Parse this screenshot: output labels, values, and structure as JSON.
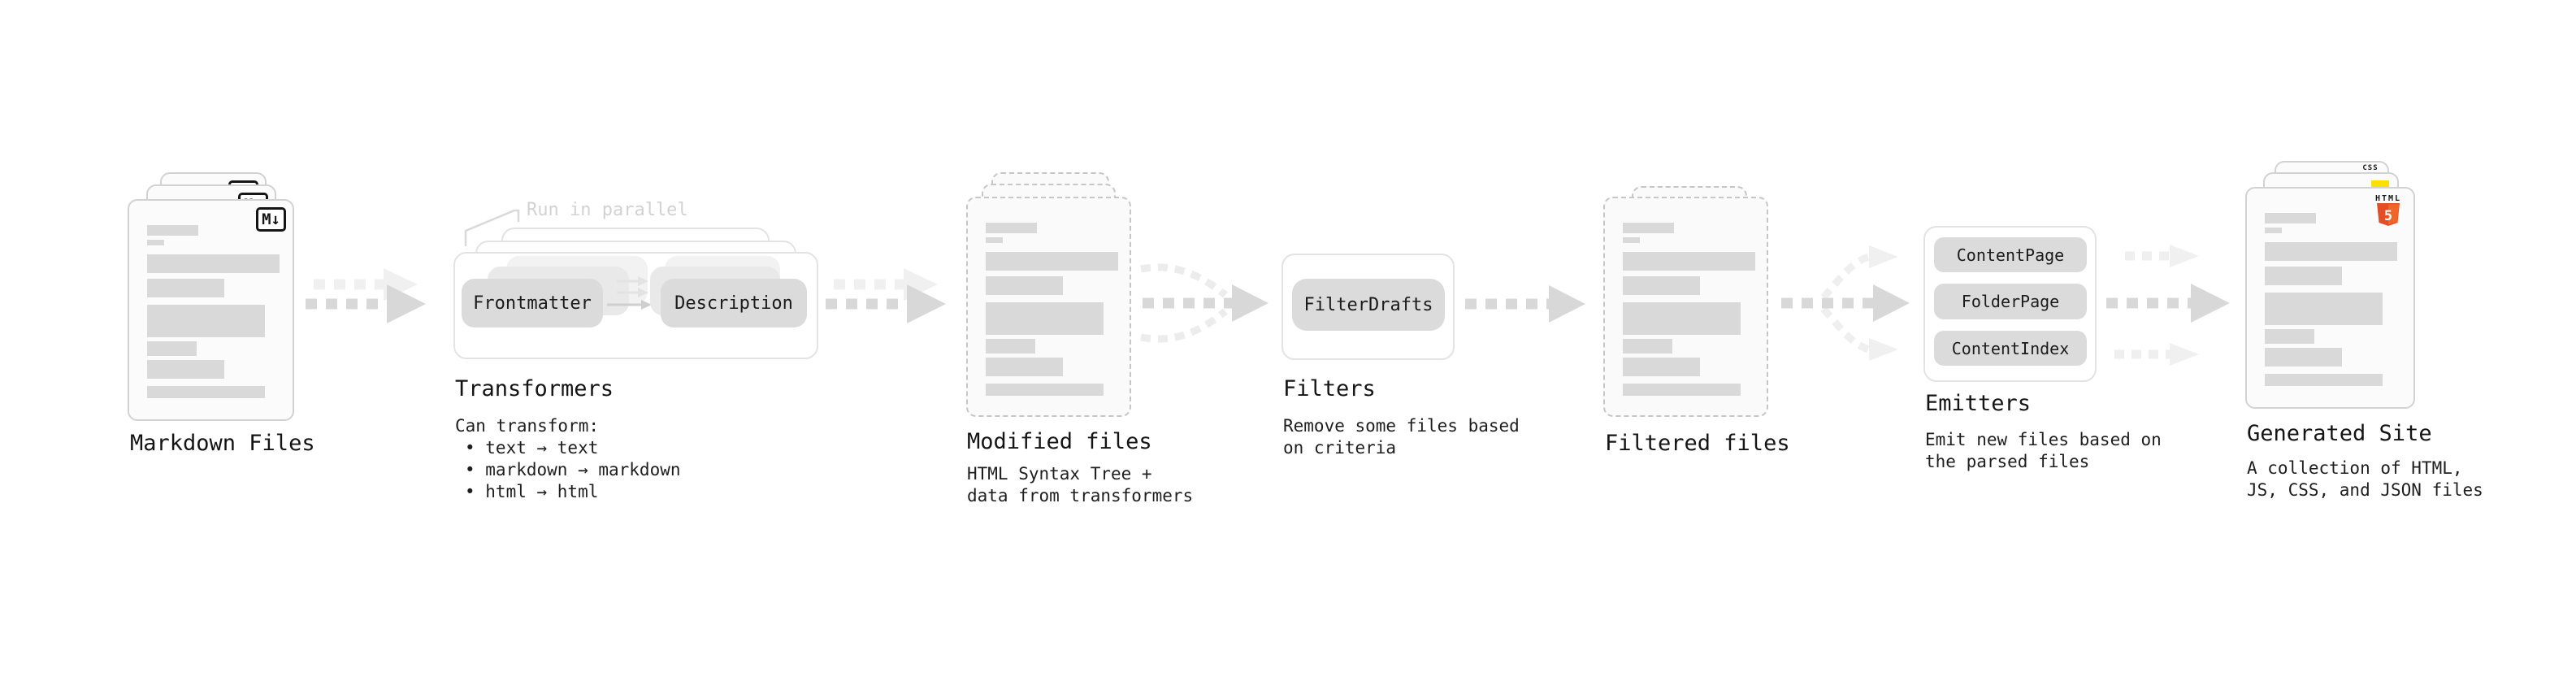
{
  "markdown": {
    "label": "Markdown Files",
    "icon_text": "M↓"
  },
  "transformers": {
    "label": "Transformers",
    "annotation": "Run in parallel",
    "pill_frontmatter": "Frontmatter",
    "pill_description": "Description",
    "intro": "Can transform:",
    "bullet_1": "• text → text",
    "bullet_2": "• markdown → markdown",
    "bullet_3": "• html → html"
  },
  "modified": {
    "label": "Modified files",
    "sublabel": "HTML Syntax Tree +\ndata from transformers"
  },
  "filters": {
    "label": "Filters",
    "pill": "FilterDrafts",
    "sublabel": "Remove some files based\non criteria"
  },
  "filtered": {
    "label": "Filtered files"
  },
  "emitters": {
    "label": "Emitters",
    "pill_1": "ContentPage",
    "pill_2": "FolderPage",
    "pill_3": "ContentIndex",
    "sublabel": "Emit new files based on\nthe parsed files"
  },
  "generated": {
    "label": "Generated Site",
    "sublabel": "A collection of HTML,\nJS, CSS, and JSON files",
    "html5_label": "HTML",
    "html5_digit": "5",
    "css_label": "CSS"
  },
  "colors": {
    "html5_orange": "#e44d26",
    "js_yellow": "#ffdf00",
    "css_blue": "#2965f1",
    "arrow_gray": "#d8d8d8",
    "arrow_light": "#efefef",
    "bar_gray": "#d9d9d9"
  }
}
